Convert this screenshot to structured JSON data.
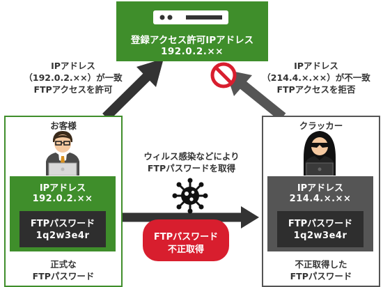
{
  "server": {
    "title": "登録アクセス許可IPアドレス",
    "ip": "192.0.2.××"
  },
  "left_arrow_caption": {
    "line1": "IPアドレス",
    "line2": "（192.0.2.××）が一致",
    "line3": "FTPアクセスを許可"
  },
  "right_arrow_caption": {
    "line1": "IPアドレス",
    "line2": "（214.4.×.××）が不一致",
    "line3": "FTPアクセスを拒否"
  },
  "customer": {
    "title": "お客様",
    "ip_label": "IPアドレス",
    "ip": "192.0.2.××",
    "pw_label": "FTPパスワード",
    "pw": "1q2w3e4r",
    "caption_line1": "正式な",
    "caption_line2": "FTPパスワード"
  },
  "cracker": {
    "title": "クラッカー",
    "ip_label": "IPアドレス",
    "ip": "214.4.×.××",
    "pw_label": "FTPパスワード",
    "pw": "1q2w3e4r",
    "caption_line1": "不正取得した",
    "caption_line2": "FTPパスワード"
  },
  "virus_caption": {
    "line1": "ウィルス感染などにより",
    "line2": "FTPパスワードを取得"
  },
  "steal_badge": {
    "line1": "FTPパスワード",
    "line2": "不正取得"
  },
  "colors": {
    "green": "#3f8e2b",
    "dark": "#2e2e2e",
    "gray": "#555555",
    "red": "#d81e2e"
  }
}
